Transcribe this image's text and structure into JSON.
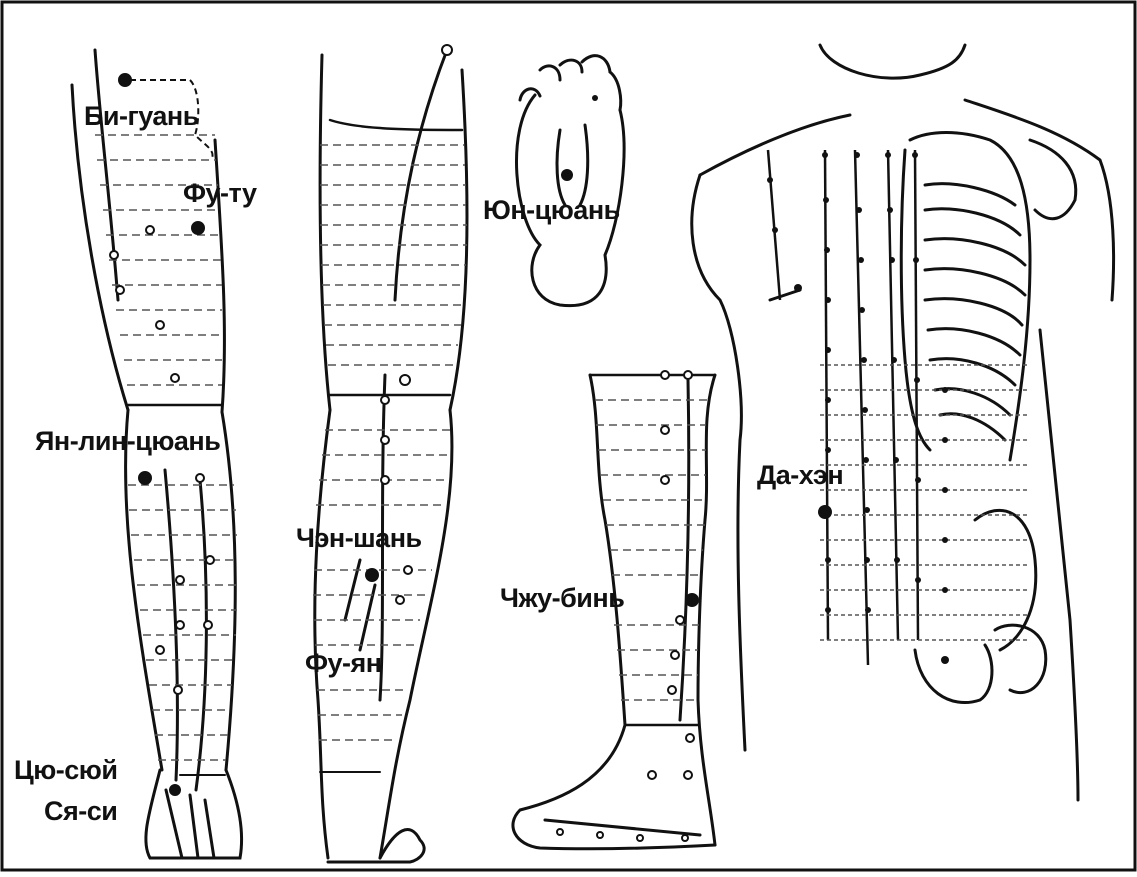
{
  "labels": {
    "bi_guan": "Би-гуань",
    "fu_tu": "Фу-ту",
    "yun_quan": "Юн-цюань",
    "yan_lin_quan": "Ян-лин-цюань",
    "da_hen": "Да-хэн",
    "chen_shan": "Чэн-шань",
    "chzhu_bin": "Чжу-бинь",
    "fu_yan": "Фу-ян",
    "tsyu_syui": "Цю-сюй",
    "sya_si": "Ся-си"
  },
  "colors": {
    "ink": "#111111",
    "guide": "#555555",
    "background": "#ffffff"
  }
}
